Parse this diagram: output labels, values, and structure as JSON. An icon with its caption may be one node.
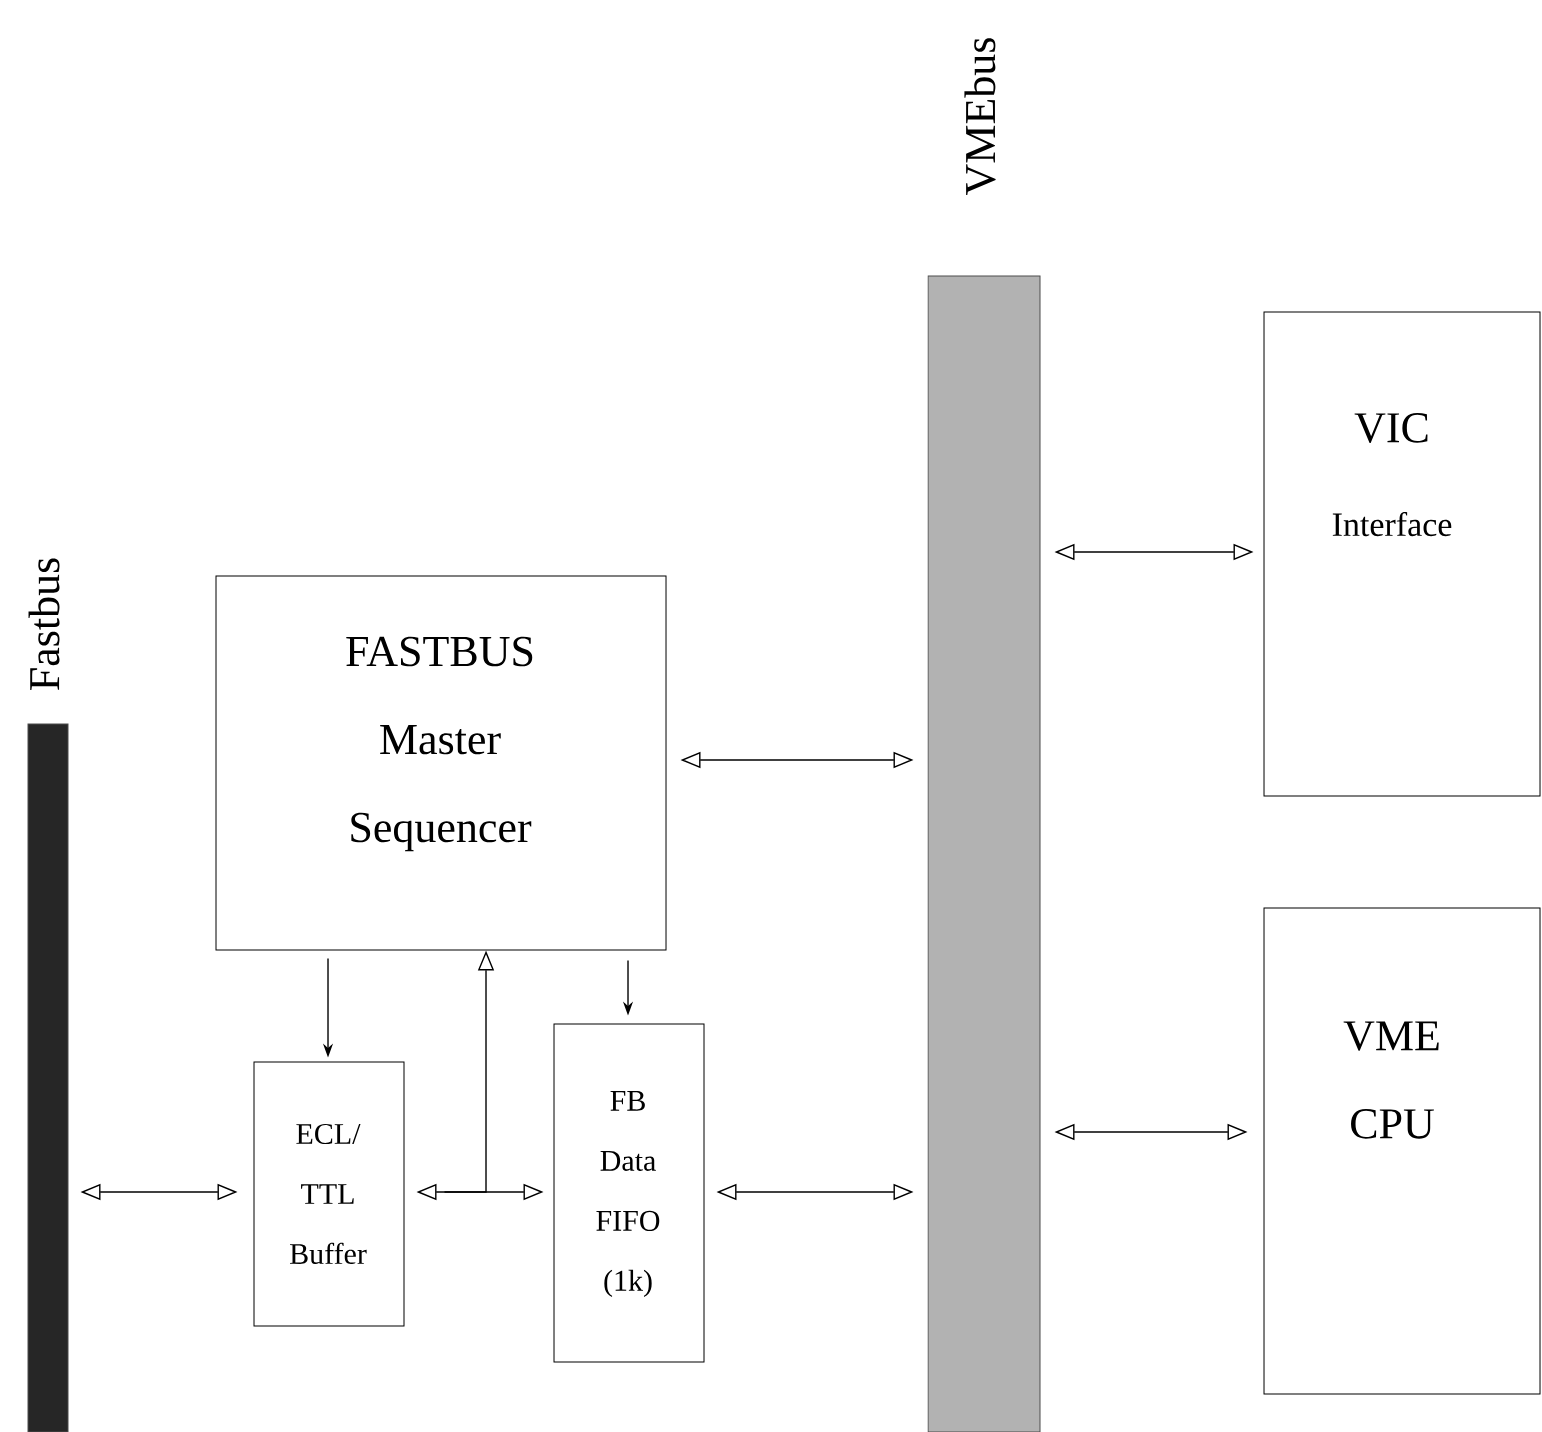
{
  "diagram": {
    "nodes": [
      {
        "text": [
          "Fastbus"
        ]
      },
      {
        "text": [
          "VMEbus"
        ]
      },
      {
        "text": [
          "FASTBUS Master Sequencer"
        ]
      },
      {
        "text": [
          "ECL/ TTL Buffer"
        ]
      },
      {
        "text": [
          "FB Data FIFO (1k)"
        ]
      },
      {
        "text": [
          "VIC",
          "Interface"
        ]
      },
      {
        "text": [
          "VME CPU"
        ]
      }
    ],
    "edges": [
      {
        "from": 0,
        "to": 3,
        "arrow": "both"
      },
      {
        "from": 2,
        "to": 3,
        "arrow": "to"
      },
      {
        "from": 2,
        "to": 4,
        "arrow": "to"
      },
      {
        "from": 3,
        "to": 4,
        "arrow": "both"
      },
      {
        "from": 3,
        "to": 2,
        "arrow": "to"
      },
      {
        "from": 2,
        "to": 1,
        "arrow": "both"
      },
      {
        "from": 4,
        "to": 1,
        "arrow": "both"
      },
      {
        "from": 1,
        "to": 5,
        "arrow": "both"
      },
      {
        "from": 1,
        "to": 6,
        "arrow": "both"
      }
    ]
  }
}
